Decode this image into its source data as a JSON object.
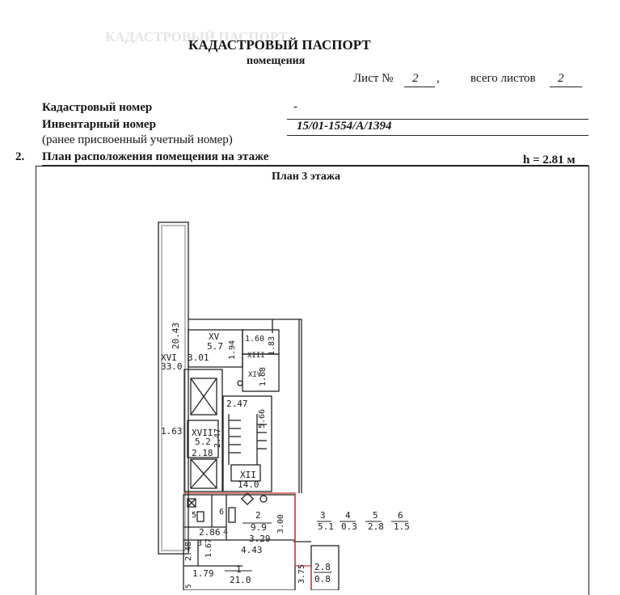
{
  "header": {
    "ghost_text": "КАДАСТРОВЫЙ ПАСПОРТ",
    "title": "КАДАСТРОВЫЙ ПАСПОРТ",
    "subtitle": "помещения",
    "sheet_label": "Лист №",
    "sheet_number": "2",
    "sheet_sep": ",",
    "total_label": "всего листов",
    "total_number": "2"
  },
  "fields": {
    "cadastral_label": "Кадастровый номер",
    "cadastral_value": "-",
    "inventory_label": "Инвентарный номер",
    "inventory_value": "15/01-1554/А/1394",
    "inventory_note": "(ранее присвоенный учетный номер)"
  },
  "section": {
    "number": "2.",
    "title": "План расположения помещения на этаже",
    "height": "h = 2.81 м"
  },
  "plan": {
    "title": "План 3 этажа",
    "rooms": [
      {
        "id": "XVI",
        "area": "33.0"
      },
      {
        "id": "XV",
        "area": "5.7"
      },
      {
        "id": "XIII",
        "area": ""
      },
      {
        "id": "XIV",
        "area": ""
      },
      {
        "id": "XVII",
        "area": "5.2"
      },
      {
        "id": "XII",
        "area": "14.0"
      },
      {
        "id": "2",
        "area": "9.9"
      },
      {
        "id": "1",
        "area": "21.0"
      },
      {
        "id": "3",
        "area": "5.1"
      },
      {
        "id": "4",
        "area": "0.3"
      },
      {
        "id": "5",
        "area": "2.8"
      },
      {
        "id": "6",
        "area": "1.5"
      },
      {
        "id": "",
        "area": "2.8"
      },
      {
        "id": "",
        "area": "0.8"
      }
    ],
    "dimensions": {
      "d1": "20.43",
      "d2": "3.01",
      "d3": "1.94",
      "d4": "1.60",
      "d5": "1.83",
      "d6": "1.68",
      "d7": "2.47",
      "d8": "5.66",
      "d9": "1.63",
      "d10": "2.47",
      "d11": "2.18",
      "d12": "3.00",
      "d13": "2.86",
      "d14": "3.29",
      "d15": "2.48",
      "d16": "1.67",
      "d17": "4.43",
      "d18": "1.79",
      "d19": "3.75",
      "d20": "4",
      "d21": "3",
      "d22": "5",
      "d23": "6",
      "d24": "5"
    }
  }
}
